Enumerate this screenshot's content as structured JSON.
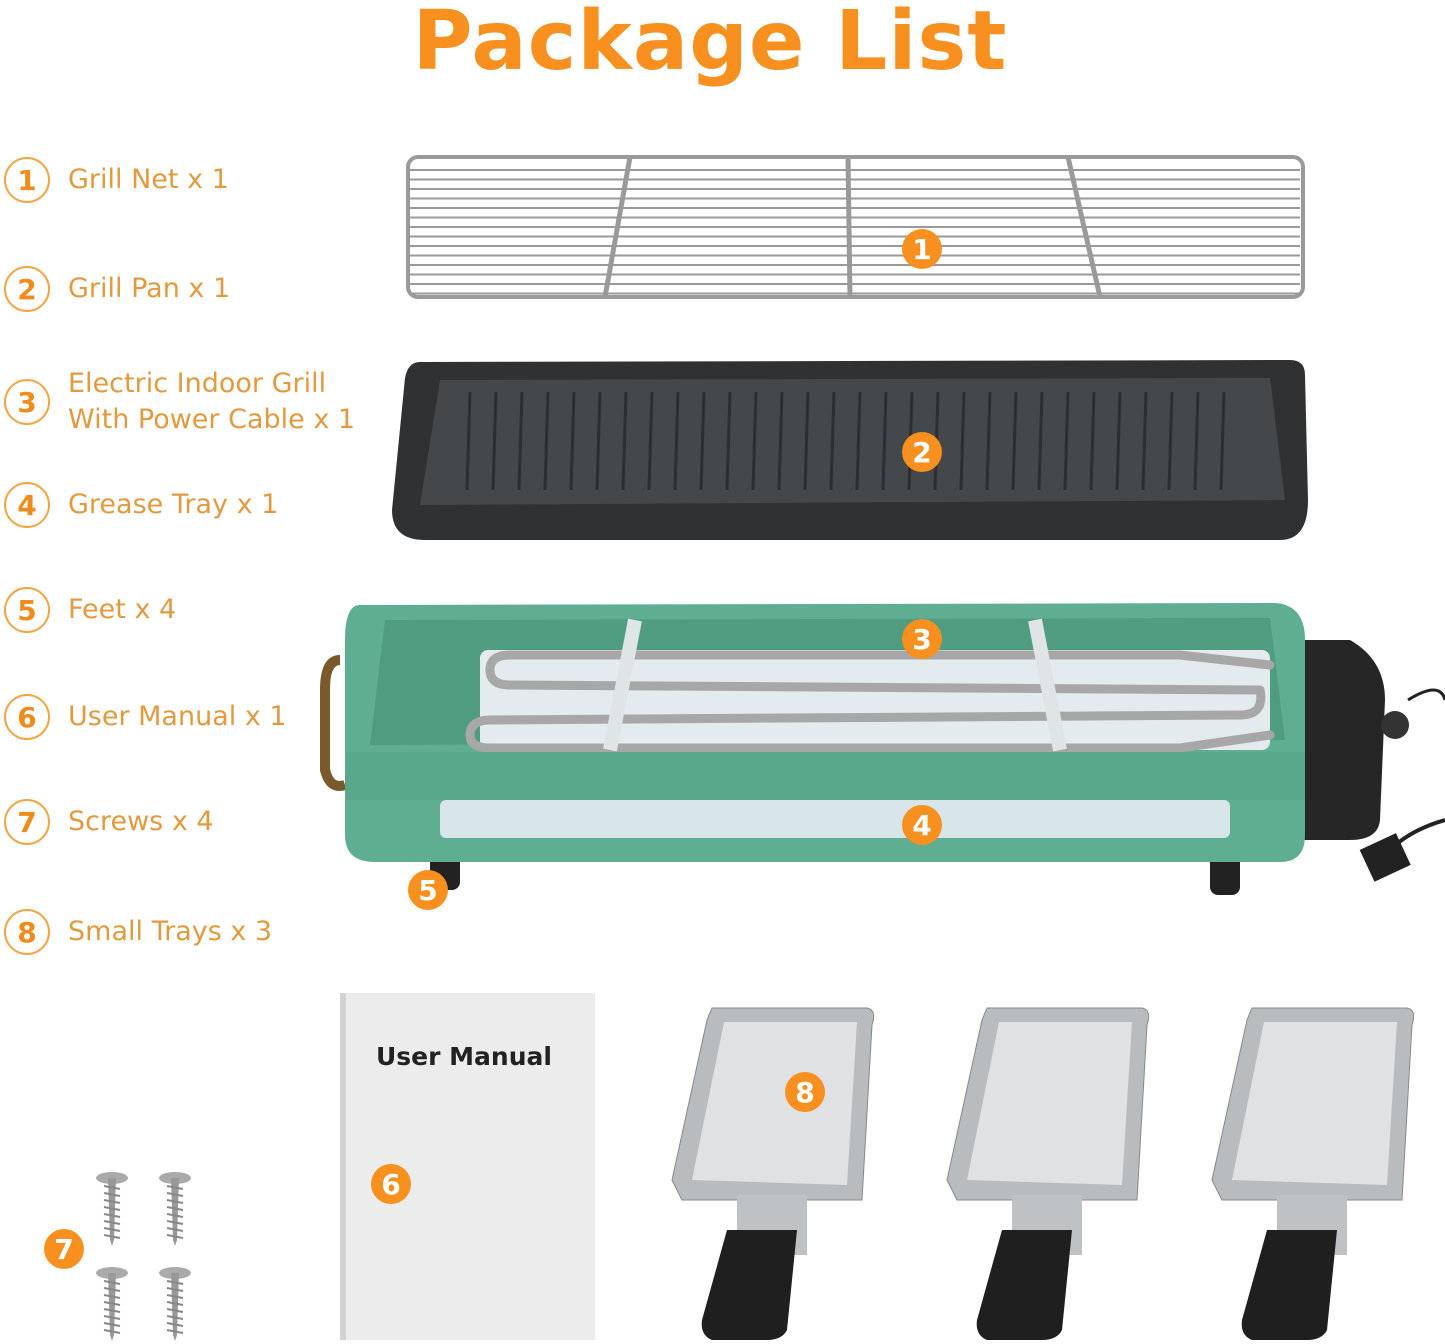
{
  "title": "Package List",
  "items": [
    {
      "num": "1",
      "label": "Grill Net x 1"
    },
    {
      "num": "2",
      "label": "Grill Pan x 1"
    },
    {
      "num": "3",
      "label": "Electric Indoor Grill\nWith Power Cable x 1"
    },
    {
      "num": "4",
      "label": "Grease Tray x 1"
    },
    {
      "num": "5",
      "label": "Feet x 4"
    },
    {
      "num": "6",
      "label": "User Manual x 1"
    },
    {
      "num": "7",
      "label": "Screws x 4"
    },
    {
      "num": "8",
      "label": "Small Trays x 3"
    }
  ],
  "manual_cover": "User Manual",
  "colors": {
    "accent": "#f7901e",
    "label": "#e39a3f",
    "grill_body": "#5fae92",
    "pan": "#2f3133"
  }
}
